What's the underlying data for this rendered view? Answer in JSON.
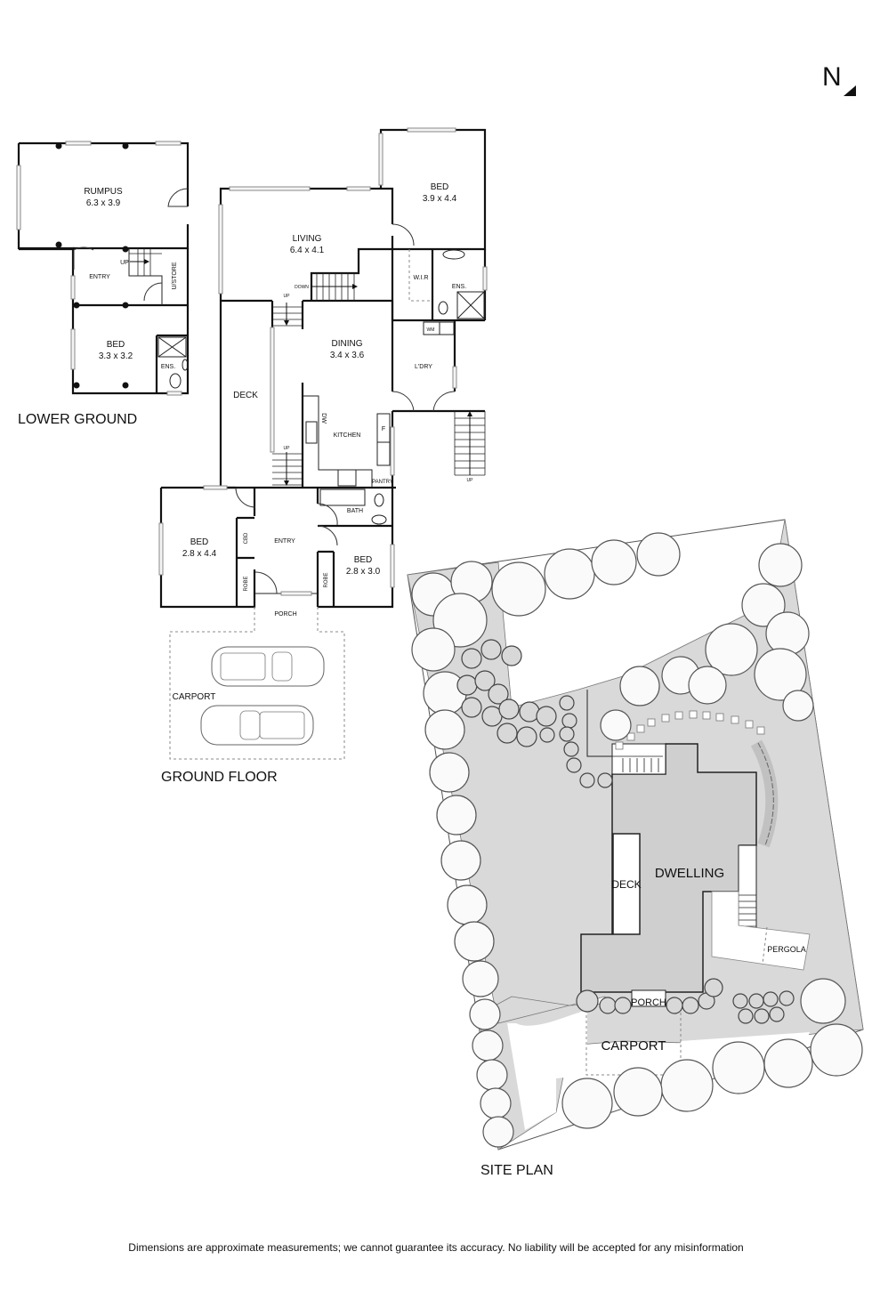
{
  "compass": {
    "label": "N",
    "icon": "north-arrow-icon"
  },
  "lower_ground": {
    "title": "LOWER GROUND",
    "rooms": [
      {
        "name": "RUMPUS",
        "dims": "6.3 x 3.9"
      },
      {
        "name": "ENTRY",
        "dims": ""
      },
      {
        "name": "BED",
        "dims": "3.3 x 3.2"
      },
      {
        "name": "ENS.",
        "dims": ""
      },
      {
        "name": "U/STORE",
        "dims": ""
      }
    ],
    "stair_label": "UP"
  },
  "ground_floor": {
    "title": "GROUND FLOOR",
    "rooms": [
      {
        "name": "LIVING",
        "dims": "6.4 x 4.1"
      },
      {
        "name": "BED",
        "dims": "3.9 x 4.4"
      },
      {
        "name": "W.I.R",
        "dims": ""
      },
      {
        "name": "ENS.",
        "dims": ""
      },
      {
        "name": "DINING",
        "dims": "3.4 x 3.6"
      },
      {
        "name": "L'DRY",
        "dims": ""
      },
      {
        "name": "DECK",
        "dims": ""
      },
      {
        "name": "KITCHEN",
        "dims": ""
      },
      {
        "name": "PANTRY",
        "dims": ""
      },
      {
        "name": "BATH",
        "dims": ""
      },
      {
        "name": "BED",
        "dims": "2.8 x 4.4"
      },
      {
        "name": "ENTRY",
        "dims": ""
      },
      {
        "name": "BED",
        "dims": "2.8 x 3.0"
      },
      {
        "name": "PORCH",
        "dims": ""
      },
      {
        "name": "CARPORT",
        "dims": ""
      }
    ],
    "fixtures": {
      "dw": "DW",
      "fridge": "F",
      "wm": "WM",
      "cbd": "CBD",
      "robe": "ROBE"
    },
    "stair_labels": {
      "down": "DOWN",
      "up": "UP"
    }
  },
  "site_plan": {
    "title": "SITE PLAN",
    "labels": {
      "dwelling": "DWELLING",
      "deck": "DECK",
      "pergola": "PERGOLA",
      "porch": "PORCH",
      "carport": "CARPORT"
    }
  },
  "disclaimer": "Dimensions are approximate measurements; we cannot guarantee its accuracy. No liability will be accepted for any misinformation"
}
